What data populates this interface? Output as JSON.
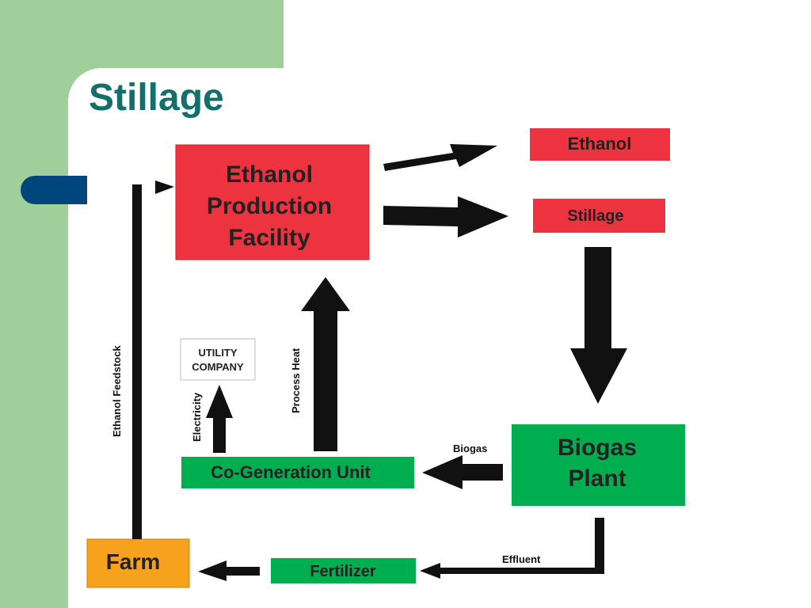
{
  "slide": {
    "title": "Stillage"
  },
  "colors": {
    "sidebar": "#a0cf9b",
    "accent_tab": "#00457c",
    "title": "#126f6a",
    "red": "#ee3340",
    "green": "#00ad4f",
    "orange": "#f7a21c",
    "arrow": "#111111"
  },
  "nodes": {
    "ethanol_facility": {
      "line1": "Ethanol",
      "line2": "Production",
      "line3": "Facility"
    },
    "ethanol": {
      "label": "Ethanol"
    },
    "stillage": {
      "label": "Stillage"
    },
    "biogas_plant": {
      "line1": "Biogas",
      "line2": "Plant"
    },
    "cogen": {
      "label": "Co-Generation Unit"
    },
    "utility": {
      "line1": "UTILITY",
      "line2": "COMPANY"
    },
    "farm": {
      "label": "Farm"
    },
    "fertilizer": {
      "label": "Fertilizer"
    }
  },
  "edges": {
    "feedstock": "Ethanol Feedstock",
    "process_heat": "Process Heat",
    "electricity": "Electricity",
    "biogas": "Biogas",
    "effluent": "Effluent"
  }
}
